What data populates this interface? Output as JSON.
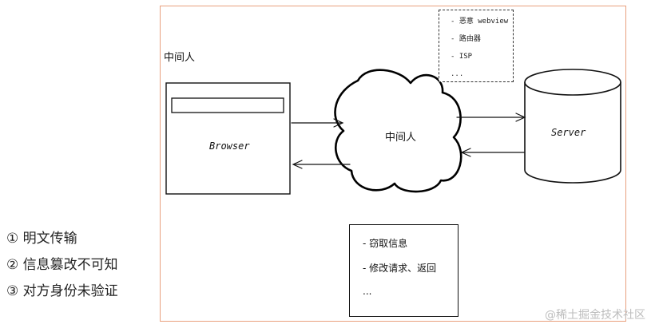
{
  "diagram": {
    "mitm_top_label": "中间人",
    "browser_label": "Browser",
    "cloud_label": "中间人",
    "server_label": "Server",
    "attacker_types": [
      "- 恶意 webview",
      "- 路由器",
      "- ISP",
      "..."
    ],
    "attacker_actions": [
      "- 窃取信息",
      "- 修改请求、返回",
      "..."
    ],
    "risks": [
      "① 明文传输",
      "② 信息篡改不可知",
      "③ 对方身份未验证"
    ],
    "credit": "@稀土掘金技术社区",
    "colors": {
      "frame": "#e9a07e",
      "stroke": "#111111"
    }
  }
}
